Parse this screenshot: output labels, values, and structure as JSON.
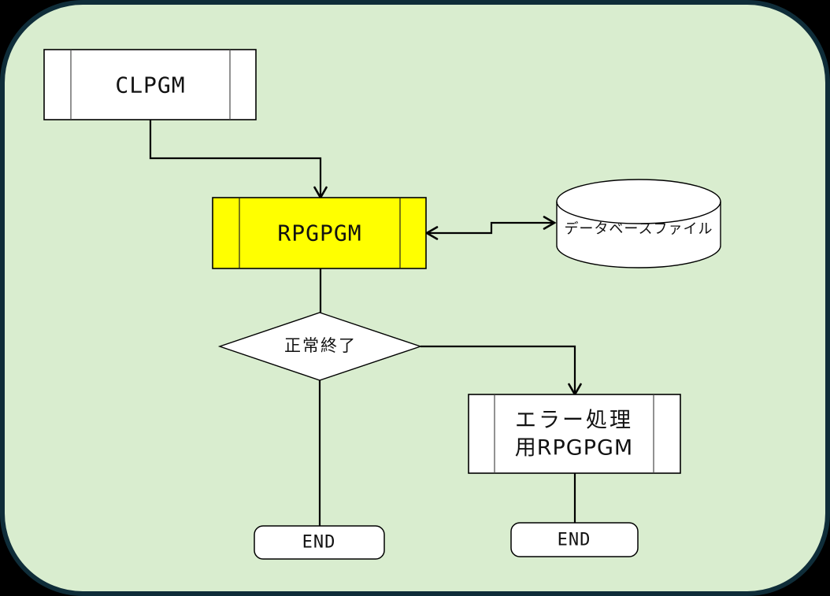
{
  "diagram": {
    "type": "flowchart",
    "background_color": "#000000",
    "frame": {
      "fill": "#d9edcf",
      "border_color": "#0f2d39"
    },
    "nodes": {
      "clpgm": {
        "label": "CLPGM",
        "shape": "predefined-process",
        "fill": "#ffffff"
      },
      "rpgpgm": {
        "label": "RPGPGM",
        "shape": "predefined-process",
        "fill": "#ffff00"
      },
      "database": {
        "label": "データベースファイル",
        "shape": "cylinder",
        "fill": "#ffffff"
      },
      "decision": {
        "label": "正常終了",
        "shape": "decision",
        "fill": "#ffffff"
      },
      "error_pgm": {
        "label_line1": "エラー処理",
        "label_line2": "用RPGPGM",
        "shape": "predefined-process",
        "fill": "#ffffff"
      },
      "end_left": {
        "label": "END",
        "shape": "terminator",
        "fill": "#ffffff"
      },
      "end_right": {
        "label": "END",
        "shape": "terminator",
        "fill": "#ffffff"
      }
    },
    "edges": [
      {
        "from": "clpgm",
        "to": "rpgpgm",
        "arrow": "forward"
      },
      {
        "from": "rpgpgm",
        "to": "database",
        "arrow": "both"
      },
      {
        "from": "rpgpgm",
        "to": "decision",
        "arrow": "none"
      },
      {
        "from": "decision",
        "to": "end_left",
        "arrow": "none"
      },
      {
        "from": "decision",
        "to": "error_pgm",
        "arrow": "forward"
      },
      {
        "from": "error_pgm",
        "to": "end_right",
        "arrow": "none"
      }
    ]
  }
}
